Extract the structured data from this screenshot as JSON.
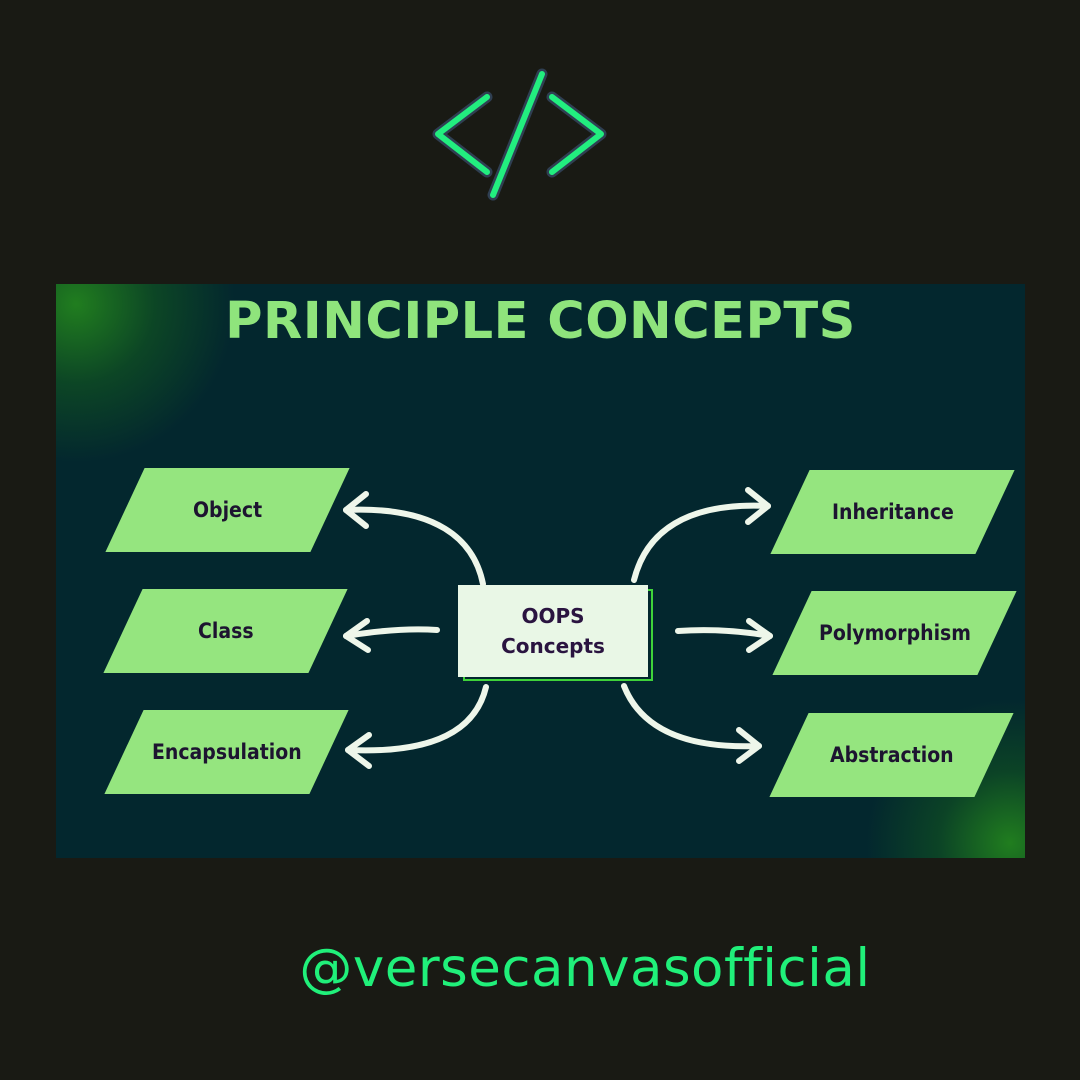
{
  "title": "PRINCIPLE CONCEPTS",
  "center": {
    "line1": "OOPS",
    "line2": "Concepts"
  },
  "left_nodes": [
    {
      "label": "Object"
    },
    {
      "label": "Class"
    },
    {
      "label": "Encapsulation"
    }
  ],
  "right_nodes": [
    {
      "label": "Inheritance"
    },
    {
      "label": "Polymorphism"
    },
    {
      "label": "Abstraction"
    }
  ],
  "handle": "@versecanvasofficial",
  "icons": {
    "header": "code-brackets-icon"
  },
  "colors": {
    "background": "#191a14",
    "panel": "#03272e",
    "accent_green": "#95e57f",
    "title_green": "#8fe47c",
    "handle_green": "#20f07a",
    "center_box": "#e9f7e6",
    "node_text": "#1d1430"
  }
}
